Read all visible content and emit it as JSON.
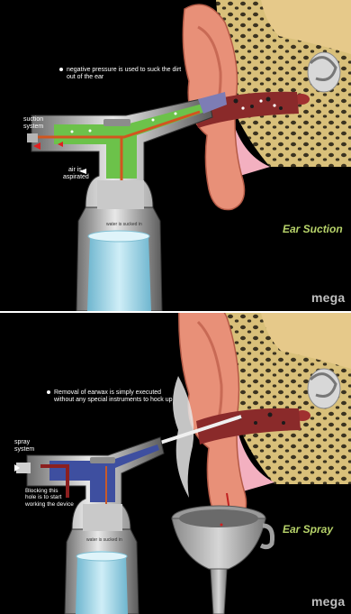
{
  "panels": [
    {
      "note_line1": "negative pressure is used to suck the dirt",
      "note_line2": "out of the ear",
      "label_system_1": "suction",
      "label_system_2": "system",
      "label_air_1": "air is",
      "label_air_2": "aspirated",
      "water_label": "water is sucked in",
      "title": "Ear Suction",
      "brand": "mega",
      "colors": {
        "background": "#000000",
        "channel": "#6cc24a",
        "tube": "#d2551f",
        "water": "#a9dcec",
        "title": "#b7d36a"
      }
    },
    {
      "note_line1": "Removal of earwax is simply executed",
      "note_line2": "without any special instruments to hock up",
      "label_system_1": "spray",
      "label_system_2": "system",
      "blocking_1": "Blocking this",
      "blocking_2": "hole is to start",
      "blocking_3": "working the device",
      "water_label": "water is sucked in",
      "title": "Ear Spray",
      "brand": "mega",
      "colors": {
        "background": "#000000",
        "channel": "#3e4fa0",
        "tube": "#8c1f1f",
        "water": "#a9dcec",
        "title": "#b7d36a"
      }
    }
  ]
}
